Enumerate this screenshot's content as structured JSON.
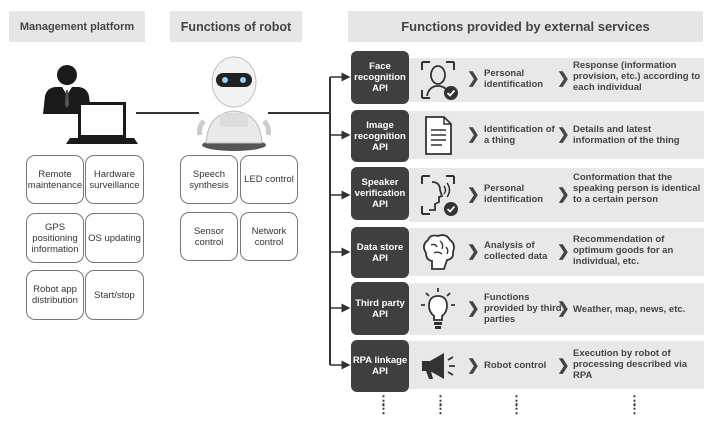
{
  "headers": {
    "management": "Management platform",
    "robot": "Functions of robot",
    "external": "Functions provided by external services"
  },
  "management_boxes": [
    "Remote maintenance",
    "Hardware surveillance",
    "GPS positioning information",
    "OS updating",
    "Robot app distribution",
    "Start/stop"
  ],
  "robot_boxes": [
    "Speech synthesis",
    "LED control",
    "Sensor control",
    "Network control"
  ],
  "services": [
    {
      "api": "Face recognition API",
      "icon": "face-id-icon",
      "middle": "Personal identification",
      "result": "Response (information provision, etc.) according to each individual"
    },
    {
      "api": "Image recognition API",
      "icon": "document-icon",
      "middle": "Identification of a thing",
      "result": "Details and latest information of the thing"
    },
    {
      "api": "Speaker verification API",
      "icon": "voice-id-icon",
      "middle": "Personal identification",
      "result": "Conformation that the speaking person is identical to a certain person"
    },
    {
      "api": "Data store API",
      "icon": "brain-icon",
      "middle": "Analysis of collected data",
      "result": "Recommendation of optimum goods for an individual, etc."
    },
    {
      "api": "Third party API",
      "icon": "lightbulb-icon",
      "middle": "Functions provided by third parties",
      "result": "Weather, map, news, etc."
    },
    {
      "api": "RPA linkage API",
      "icon": "megaphone-icon",
      "middle": "Robot control",
      "result": "Execution by robot of processing described via RPA"
    }
  ],
  "colors": {
    "api_bg": "#3f3f3f",
    "row_bg": "#e8e8e8",
    "header_bg": "#e6e6e6"
  }
}
